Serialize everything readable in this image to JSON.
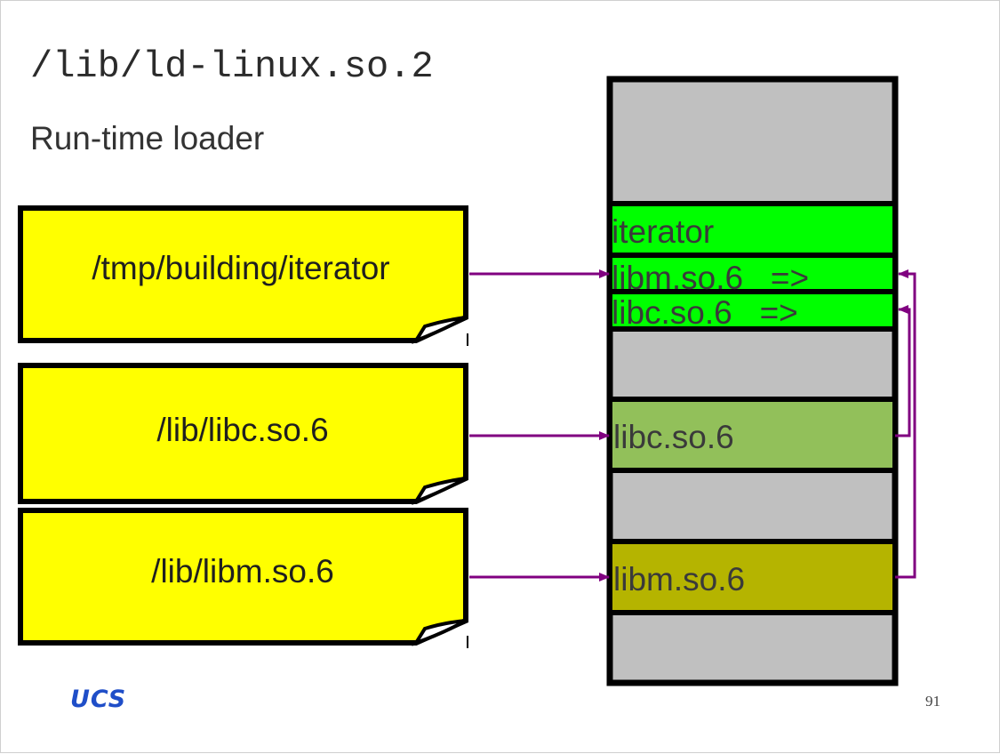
{
  "title": "/lib/ld-linux.so.2",
  "subtitle": "Run-time loader",
  "files": [
    {
      "label": "/tmp/building/iterator"
    },
    {
      "label": "/lib/libc.so.6"
    },
    {
      "label": "/lib/libm.so.6"
    }
  ],
  "memory": {
    "segments": [
      {
        "label": "",
        "color": "#c0c0c0"
      },
      {
        "label": "iterator",
        "color": "#00ff00"
      },
      {
        "label": "libm.so.6   =>",
        "color": "#00ff00"
      },
      {
        "label": "libc.so.6   =>",
        "color": "#00ff00"
      },
      {
        "label": "",
        "color": "#c0c0c0"
      },
      {
        "label": "libc.so.6",
        "color": "#92c05a"
      },
      {
        "label": "",
        "color": "#c0c0c0"
      },
      {
        "label": "libm.so.6",
        "color": "#b5b400"
      },
      {
        "label": "",
        "color": "#c0c0c0"
      }
    ]
  },
  "colors": {
    "note_fill": "#ffff00",
    "arrow": "#800080"
  },
  "footer": {
    "logo": "UCS",
    "page_number": "91"
  }
}
